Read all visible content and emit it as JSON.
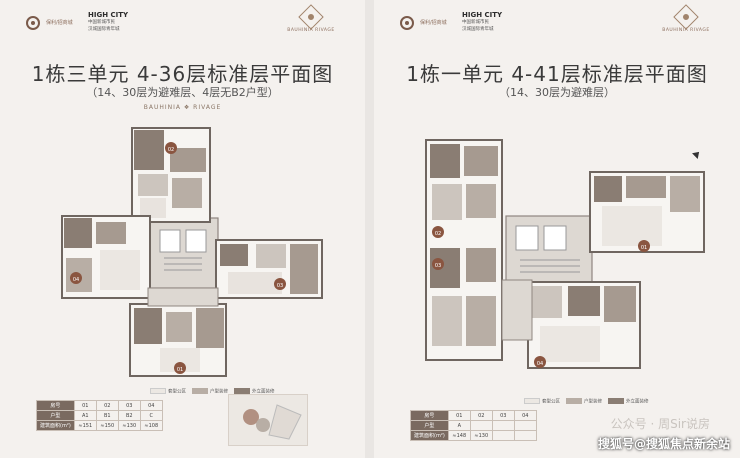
{
  "panels": [
    {
      "logo_left": {
        "main": "HIGH CITY",
        "cn": "中国新城市民",
        "sub": "保利/招商城",
        "city": "汉城国际青年城"
      },
      "logo_right": "BAUHINIA RIVAGE",
      "title": "1栋三单元 4-36层标准层平面图",
      "subtitle": "（14、30层为避难层、4层无B2户型）",
      "brand": "BAUHINIA ❖ RIVAGE",
      "units": [
        "01",
        "02",
        "03",
        "04"
      ],
      "rooms": [
        "02",
        "04",
        "03",
        "01"
      ],
      "legend": [
        "套型公区",
        "户型装修",
        "外立面装修"
      ],
      "table": {
        "rows": [
          {
            "label": "房号",
            "values": [
              "01",
              "02",
              "03",
              "04"
            ]
          },
          {
            "label": "户型",
            "values": [
              "A1",
              "B1",
              "B2",
              "C"
            ]
          },
          {
            "label": "建筑面积(m²)",
            "values": [
              "≈151",
              "≈150",
              "≈130",
              "≈108"
            ]
          }
        ]
      }
    },
    {
      "logo_left": {
        "main": "HIGH CITY",
        "cn": "中国新城市民",
        "sub": "保利/招商城",
        "city": "汉城国际青年城"
      },
      "logo_right": "BAUHINIA RIVAGE",
      "title": "1栋一单元 4-41层标准层平面图",
      "subtitle": "（14、30层为避难层）",
      "brand": "",
      "rooms": [
        "02",
        "03",
        "01",
        "04"
      ],
      "legend": [
        "套型公区",
        "户型装修",
        "外立面装修"
      ],
      "table": {
        "rows": [
          {
            "label": "房号",
            "values": [
              "01",
              "02",
              "03",
              "04"
            ]
          },
          {
            "label": "户型",
            "values": [
              "A",
              "",
              "",
              ""
            ]
          },
          {
            "label": "建筑面积(m²)",
            "values": [
              "≈148",
              "≈130",
              "",
              ""
            ]
          }
        ]
      }
    }
  ],
  "watermark": "搜狐号@搜狐焦点新余站",
  "wechat": "公众号 · 周Sir说房"
}
